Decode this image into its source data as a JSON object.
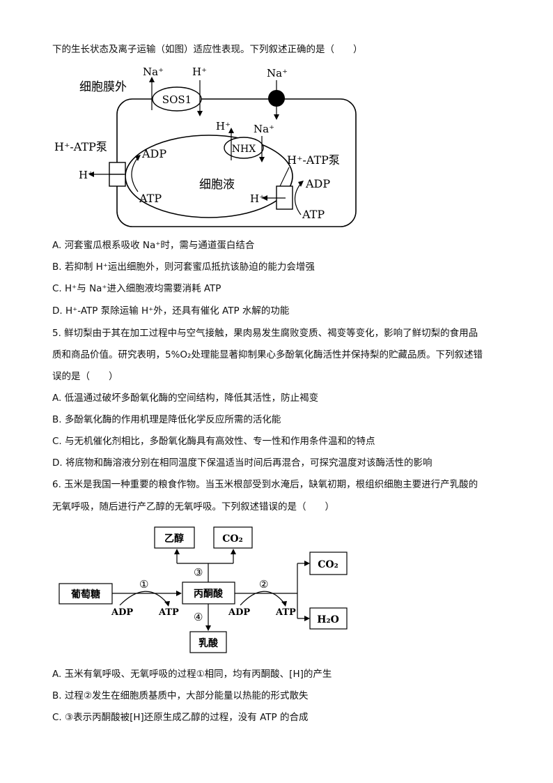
{
  "lines": {
    "l0": "下的生长状态及离子运输（如图）适应性表现。下列叙述正确的是（　　）",
    "q4a": "A.  河套蜜瓜根系吸收 Na⁺时，需与通道蛋白结合",
    "q4b": "B.  若抑制 H⁺运出细胞外，则河套蜜瓜抵抗该胁迫的能力会增强",
    "q4c": "C. H⁺与 Na⁺进入细胞液均需要消耗 ATP",
    "q4d": "D. H⁺-ATP 泵除运输 H⁺外，还具有催化 ATP 水解的功能",
    "q5s1": "5.  鲜切梨由于其在加工过程中与空气接触，果肉易发生腐败变质、褐变等变化，影响了鲜切梨的食用品",
    "q5s2": "质和商品价值。研究表明，5%O₂处理能显著抑制果心多酚氧化酶活性并保持梨的贮藏品质。下列叙述错",
    "q5s3": "误的是（　　）",
    "q5a": "A.  低温通过破坏多酚氧化酶的空间结构，降低其活性，防止褐变",
    "q5b": "B.  多酚氧化酶的作用机理是降低化学反应所需的活化能",
    "q5c": "C.  与无机催化剂相比，多酚氧化酶具有高效性、专一性和作用条件温和的特点",
    "q5d": "D.  将底物和酶溶液分别在相同温度下保温适当时间后再混合，可探究温度对该酶活性的影响",
    "q6s1": "6.  玉米是我国一种重要的粮食作物。当玉米根部受到水淹后，缺氧初期，根组织细胞主要进行产乳酸的",
    "q6s2": "无氧呼吸，随后进行产乙醇的无氧呼吸。下列叙述错误的是（　　）",
    "q6a": "A.  玉米有氧呼吸、无氧呼吸的过程①相同，均有丙酮酸、[H]的产生",
    "q6b": "B.  过程②发生在细胞质基质中，大部分能量以热能的形式散失",
    "q6c": "C. ③表示丙酮酸被[H]还原生成乙醇的过程，没有 ATP 的合成"
  },
  "fig1": {
    "outside": "细胞膜外",
    "vacuole": "细胞液",
    "sos1": "SOS1",
    "nhx": "NHX",
    "na": "Na⁺",
    "h": "H⁺",
    "pump": "H⁺-ATP泵",
    "adp": "ADP",
    "atp": "ATP"
  },
  "fig2": {
    "glucose": "葡萄糖",
    "pyruvate": "丙酮酸",
    "ethanol": "乙醇",
    "co2": "CO₂",
    "lactic": "乳酸",
    "co2b": "CO₂",
    "h2o": "H₂O",
    "adp": "ADP",
    "atp": "ATP",
    "s1": "①",
    "s2": "②",
    "s3": "③",
    "s4": "④"
  }
}
